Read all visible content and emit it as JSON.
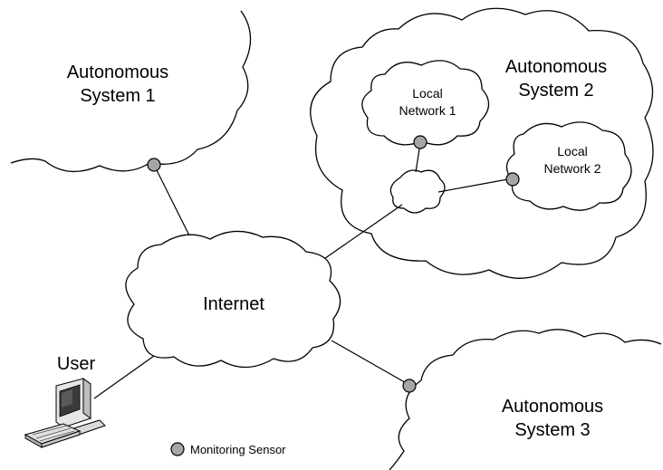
{
  "diagram": {
    "autonomous_system_1": {
      "line1": "Autonomous",
      "line2": "System 1"
    },
    "autonomous_system_2": {
      "line1": "Autonomous",
      "line2": "System 2"
    },
    "autonomous_system_3": {
      "line1": "Autonomous",
      "line2": "System 3"
    },
    "local_network_1": {
      "line1": "Local",
      "line2": "Network 1"
    },
    "local_network_2": {
      "line1": "Local",
      "line2": "Network 2"
    },
    "internet": "Internet",
    "user": "User",
    "legend": {
      "label": "Monitoring Sensor"
    }
  },
  "colors": {
    "sensor_fill": "#a6a6a6",
    "monitor_screen": "#3a3a3a"
  }
}
